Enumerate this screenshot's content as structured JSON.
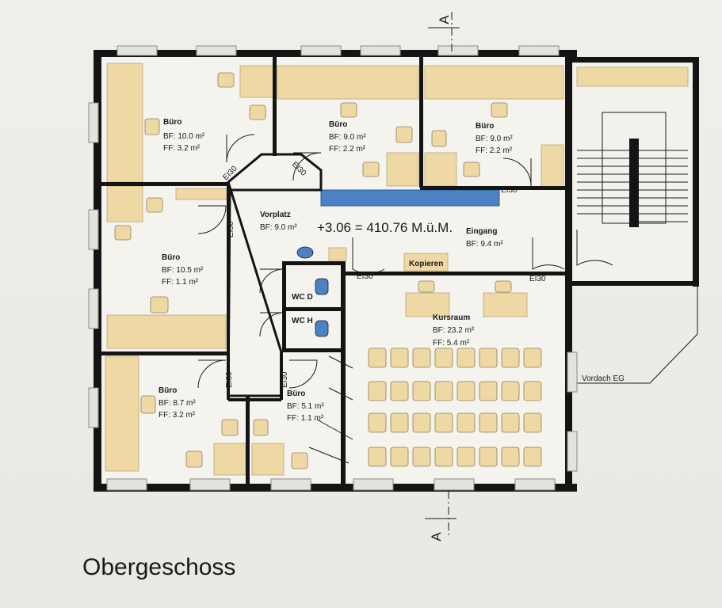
{
  "page_title": "Obergeschoss",
  "section_marker": "A",
  "elevation": "+3.06 = 410.76 M.ü.M.",
  "door_rating": "EI30",
  "rooms": {
    "buero_nw": {
      "name": "Büro",
      "bf": "BF: 10.0 m²",
      "ff": "FF:  3.2 m²"
    },
    "buero_n1": {
      "name": "Büro",
      "bf": "BF: 9.0 m²",
      "ff": "FF: 2.2 m²"
    },
    "buero_n2": {
      "name": "Büro",
      "bf": "BF: 9.0 m²",
      "ff": "FF: 2.2 m²"
    },
    "vorplatz": {
      "name": "Vorplatz",
      "bf": "BF: 9.0 m²"
    },
    "eingang": {
      "name": "Eingang",
      "bf": "BF: 9.4 m²"
    },
    "buero_w": {
      "name": "Büro",
      "bf": "BF: 10.5 m²",
      "ff": "FF:  1.1 m²"
    },
    "wc_d": {
      "name": "WC D"
    },
    "wc_h": {
      "name": "WC H"
    },
    "kursraum": {
      "name": "Kursraum",
      "bf": "BF: 23.2 m²",
      "ff": "FF:  5.4 m²"
    },
    "buero_sw": {
      "name": "Büro",
      "bf": "BF: 8.7 m²",
      "ff": "FF: 3.2 m²"
    },
    "buero_s": {
      "name": "Büro",
      "bf": "BF: 5.1 m²",
      "ff": "FF: 1.1 m²"
    }
  },
  "kopieren": "Kopieren",
  "vordach": "Vordach EG",
  "colors": {
    "wall": "#141414",
    "furniture": "#eed9a4",
    "floor": "#f4f3ee",
    "window": "#d6d6d0",
    "counter": "#4b82c4"
  }
}
